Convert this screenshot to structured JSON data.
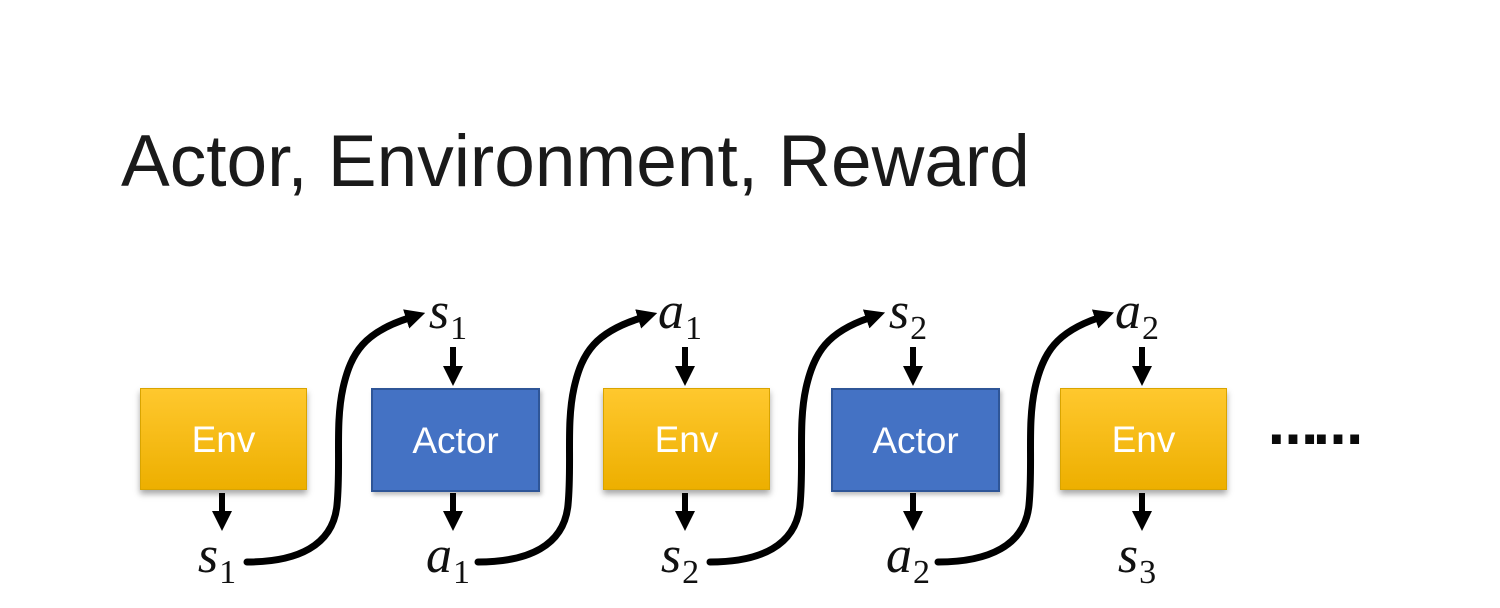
{
  "title": "Actor, Environment, Reward",
  "ellipsis": "……",
  "colors": {
    "title_text": "#1a1a1a",
    "env_gradient_top": "#FFC82E",
    "env_gradient_bottom": "#EDAF00",
    "env_border": "#D9A400",
    "actor_fill": "#4472C4",
    "actor_border": "#2E5597",
    "box_text": "#FFFFFF",
    "arrow": "#000000"
  },
  "boxes": [
    {
      "label": "Env",
      "kind": "env"
    },
    {
      "label": "Actor",
      "kind": "actor"
    },
    {
      "label": "Env",
      "kind": "env"
    },
    {
      "label": "Actor",
      "kind": "actor"
    },
    {
      "label": "Env",
      "kind": "env"
    }
  ],
  "top_labels": [
    {
      "base": "s",
      "sub": "1"
    },
    {
      "base": "a",
      "sub": "1"
    },
    {
      "base": "s",
      "sub": "2"
    },
    {
      "base": "a",
      "sub": "2"
    }
  ],
  "bottom_labels": [
    {
      "base": "s",
      "sub": "1"
    },
    {
      "base": "a",
      "sub": "1"
    },
    {
      "base": "s",
      "sub": "2"
    },
    {
      "base": "a",
      "sub": "2"
    },
    {
      "base": "s",
      "sub": "3"
    }
  ]
}
